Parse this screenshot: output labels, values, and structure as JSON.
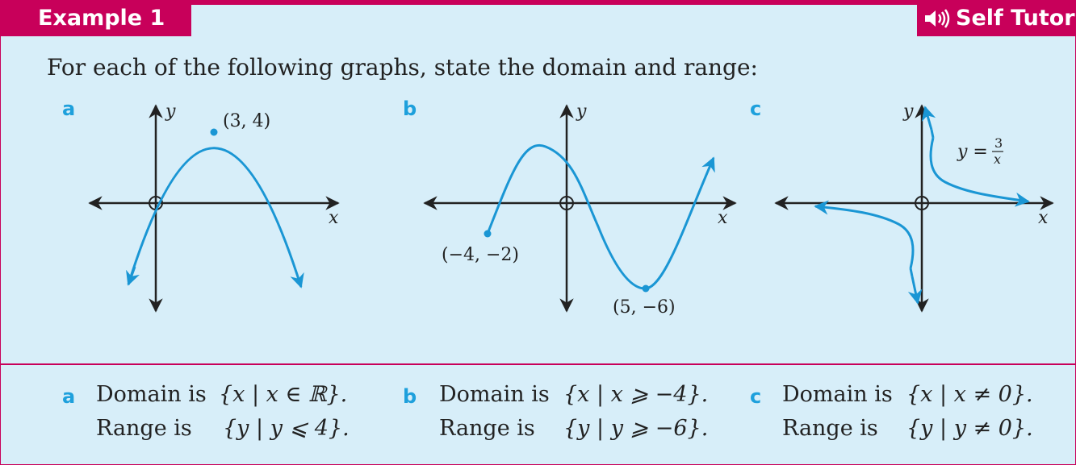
{
  "header": {
    "title": "Example 1",
    "badge": "Self Tutor"
  },
  "question": "For each of the following graphs, state the domain and range:",
  "parts": [
    {
      "label": "a",
      "points": [
        "(3, 4)"
      ],
      "axes": [
        "x",
        "y"
      ]
    },
    {
      "label": "b",
      "points": [
        "(−4, −2)",
        "(5, −6)"
      ],
      "axes": [
        "x",
        "y"
      ]
    },
    {
      "label": "c",
      "axes": [
        "x",
        "y"
      ],
      "equation": {
        "lhs": "y =",
        "num": "3",
        "den": "x"
      }
    }
  ],
  "answers": [
    {
      "label": "a",
      "domain_text": "Domain is",
      "domain": "{x | x ∈ ℝ}.",
      "range_text": "Range is",
      "range": "{y | y ⩽ 4}."
    },
    {
      "label": "b",
      "domain_text": "Domain is",
      "domain": "{x | x ⩾ −4}.",
      "range_text": "Range is",
      "range": "{y | y ⩾ −6}."
    },
    {
      "label": "c",
      "domain_text": "Domain is",
      "domain": "{x | x ≠ 0}.",
      "range_text": "Range is",
      "range": "{y | y ≠ 0}."
    }
  ],
  "colors": {
    "header": "#c8005a",
    "curve": "#1a96d4",
    "label": "#1ea0dc",
    "background": "#d7eef9"
  },
  "icons": {
    "speaker": "speaker-icon"
  }
}
